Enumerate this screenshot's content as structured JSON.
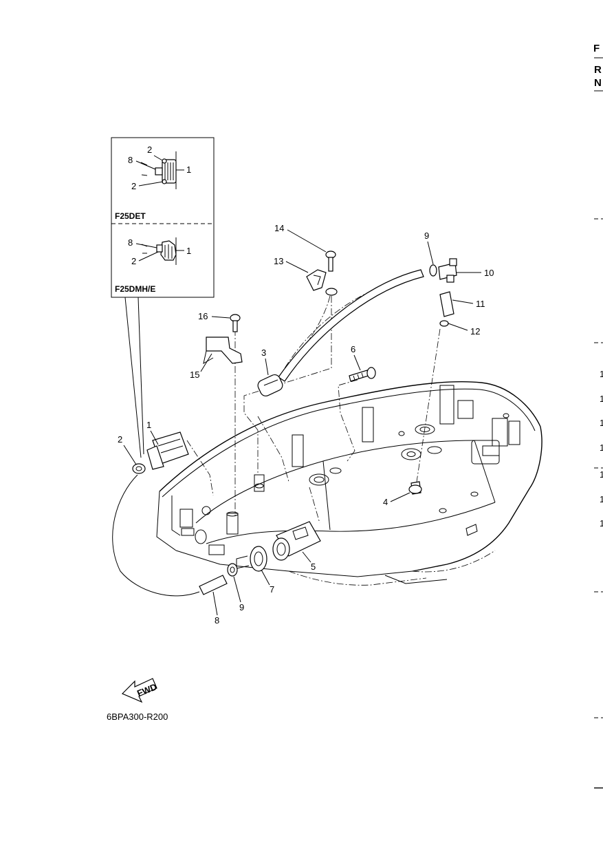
{
  "edge": {
    "chars": [
      "F",
      "R",
      "N"
    ],
    "digits": [
      "1",
      "1",
      "1",
      "1",
      "1",
      "1",
      "1"
    ]
  },
  "inset": {
    "top_label": "F25DET",
    "bottom_label": "F25DMH/E",
    "top_callouts": [
      "2",
      "8",
      "1",
      "2"
    ],
    "bottom_callouts": [
      "8",
      "1",
      "2"
    ]
  },
  "callouts": {
    "p1": "1",
    "p2": "2",
    "p3": "3",
    "p4": "4",
    "p5": "5",
    "p6": "6",
    "p7": "7",
    "p8": "8",
    "p9a": "9",
    "p9b": "9",
    "p10": "10",
    "p11": "11",
    "p12": "12",
    "p13": "13",
    "p14": "14",
    "p15": "15",
    "p16": "16"
  },
  "direction_badge": "FWD",
  "figure_code": "6BPA300-R200"
}
